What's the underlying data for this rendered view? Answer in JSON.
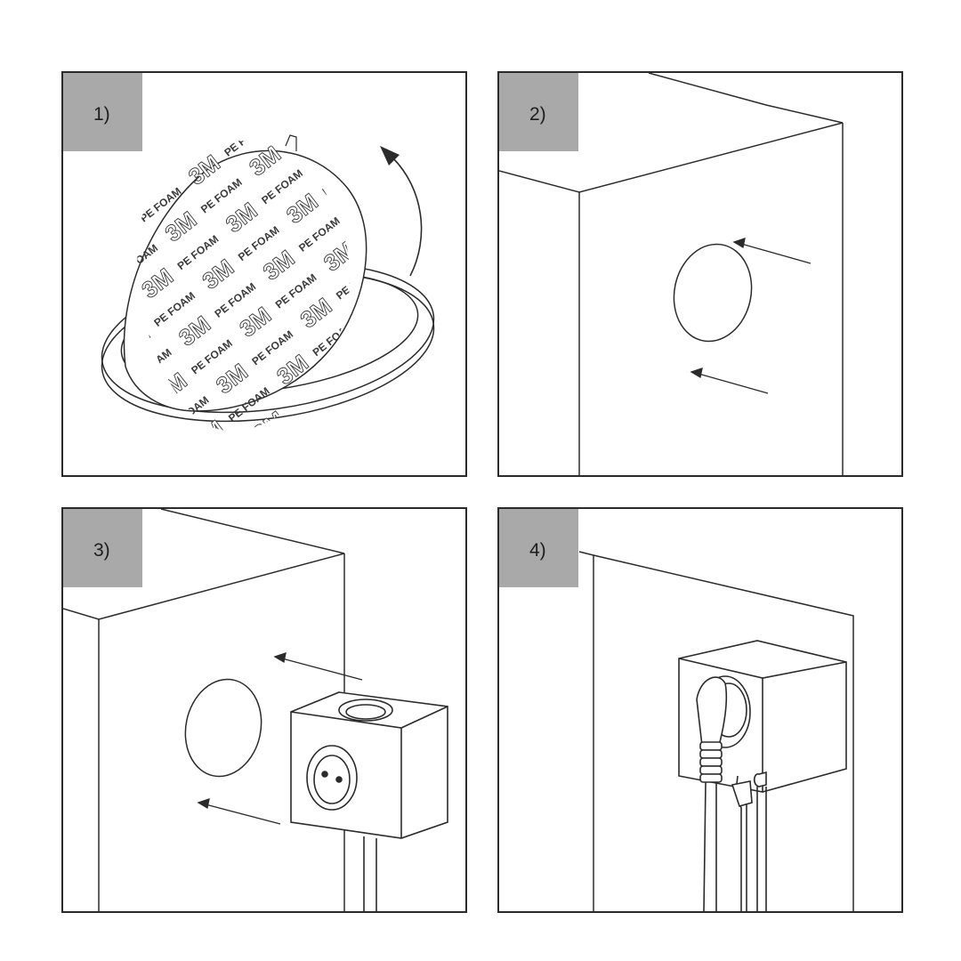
{
  "steps": [
    {
      "label": "1)"
    },
    {
      "label": "2)"
    },
    {
      "label": "3)"
    },
    {
      "label": "4)"
    }
  ],
  "sticker": {
    "brand_mark": "3M",
    "foam_text": "PE FOAM"
  },
  "colors": {
    "badge_background": "#a9a9a9",
    "line": "#2b2b2b",
    "socket_fill": "#ffffff"
  },
  "icons": {
    "peel_arrow": "curved-arrow-icon",
    "press_arrow": "straight-arrow-icon"
  }
}
